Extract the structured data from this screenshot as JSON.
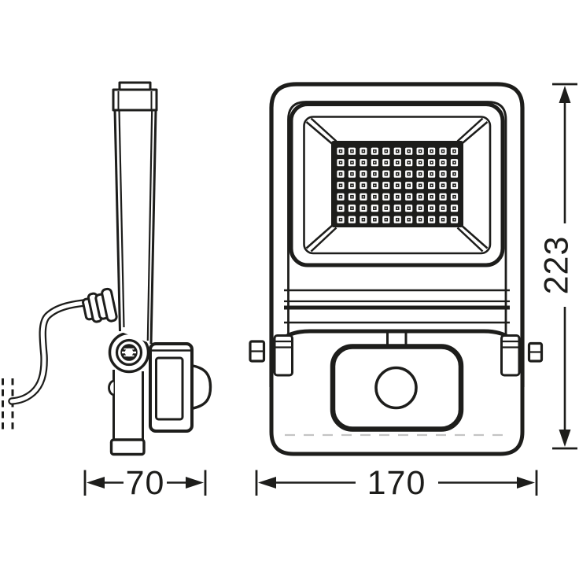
{
  "drawing": {
    "type": "technical-line-drawing",
    "subject": "LED floodlight with PIR motion sensor shown in side profile and front orthographic views",
    "views": [
      {
        "id": "side",
        "label": "side profile view"
      },
      {
        "id": "front",
        "label": "front view"
      }
    ],
    "colors": {
      "line": "#1d1d1b",
      "background": "#ffffff",
      "faint": "#c4c4c4"
    }
  },
  "front_view": {
    "led_grid": {
      "rows": 7,
      "cols": 11
    }
  },
  "dimensions": {
    "height": {
      "value": "223",
      "orientation": "vertical"
    },
    "width": {
      "value": "170",
      "orientation": "horizontal"
    },
    "depth": {
      "value": "70",
      "orientation": "horizontal"
    }
  }
}
